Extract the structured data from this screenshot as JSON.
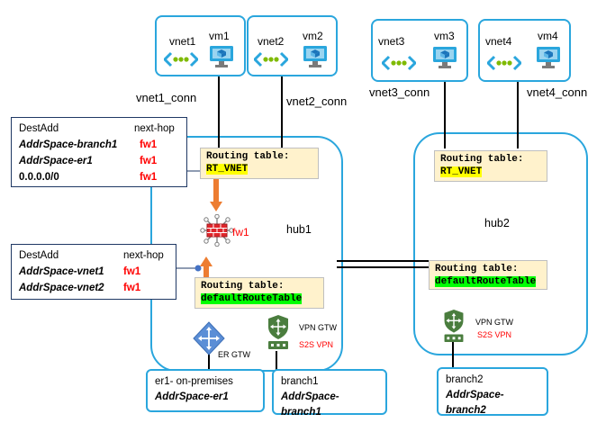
{
  "vnets": [
    {
      "name": "vnet1",
      "vm": "vm1",
      "conn": "vnet1_conn"
    },
    {
      "name": "vnet2",
      "vm": "vm2",
      "conn": "vnet2_conn"
    },
    {
      "name": "vnet3",
      "vm": "vm3",
      "conn": "vnet3_conn"
    },
    {
      "name": "vnet4",
      "vm": "vm4",
      "conn": "vnet4_conn"
    }
  ],
  "hub1": {
    "name": "hub1",
    "rt_vnet": {
      "title": "Routing table:",
      "name": "RT_VNET"
    },
    "rt_default": {
      "title": "Routing table:",
      "name": "defaultRouteTable"
    },
    "fw_label": "fw1",
    "vpn_gtw": "VPN GTW",
    "s2s": "S2S VPN",
    "er_gtw": "ER GTW"
  },
  "hub2": {
    "name": "hub2",
    "rt_vnet": {
      "title": "Routing table:",
      "name": "RT_VNET"
    },
    "rt_default": {
      "title": "Routing table:",
      "name": "defaultRouteTable"
    },
    "vpn_gtw": "VPN GTW",
    "s2s": "S2S VPN"
  },
  "route_table_1": {
    "header": {
      "dest": "DestAdd",
      "hop": "next-hop"
    },
    "rows": [
      {
        "dest": "AddrSpace-branch1",
        "hop": "fw1"
      },
      {
        "dest": "AddrSpace-er1",
        "hop": "fw1"
      },
      {
        "dest": "0.0.0.0/0",
        "hop": "fw1"
      }
    ]
  },
  "route_table_2": {
    "header": {
      "dest": "DestAdd",
      "hop": "next-hop"
    },
    "rows": [
      {
        "dest": "AddrSpace-vnet1",
        "hop": "fw1"
      },
      {
        "dest": "AddrSpace-vnet2",
        "hop": "fw1"
      }
    ]
  },
  "sites": {
    "er1": {
      "line1": "er1- on-premises",
      "line2": "AddrSpace-er1"
    },
    "branch1": {
      "line1": "branch1",
      "line2": "AddrSpace-branch1"
    },
    "branch2": {
      "line1": "branch2",
      "line2": "AddrSpace-branch2"
    }
  },
  "colors": {
    "azure_blue": "#2aa6dd",
    "hub_border": "#2aa6dd",
    "arrow_orange": "#ed7d31",
    "gateway_green": "#4a7d3e",
    "red_text": "#ff0000"
  }
}
